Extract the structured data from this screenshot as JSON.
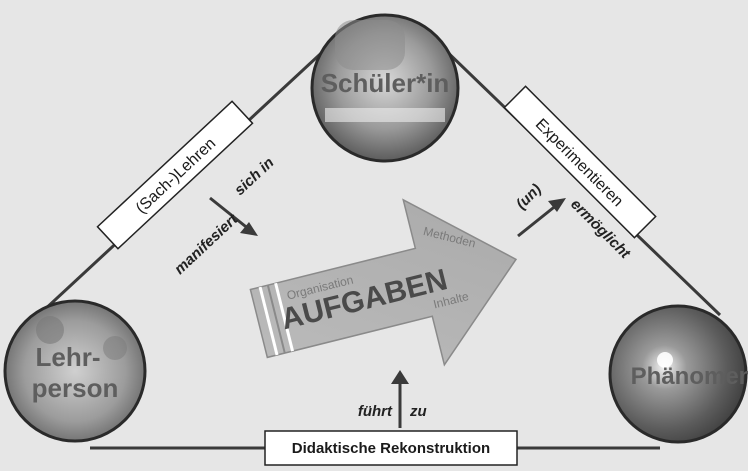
{
  "nodes": {
    "schueler": "Schüler*in",
    "lehrperson_line1": "Lehr-",
    "lehrperson_line2": "person",
    "phaenomen": "Phänomen"
  },
  "edges": {
    "left_box": "(Sach-)Lehren",
    "right_box": "Experimentieren",
    "bottom_box": "Didaktische Rekonstruktion"
  },
  "arrow_labels": {
    "sich_in": "sich in",
    "manifestiert": "manifesiert",
    "un": "(un)",
    "ermoeglicht": "ermöglicht",
    "fuehrt": "führt",
    "zu": "zu"
  },
  "center_arrow": {
    "title": "AUFGABEN",
    "organisation": "Organisation",
    "methoden": "Methoden",
    "inhalte": "Inhalte"
  }
}
